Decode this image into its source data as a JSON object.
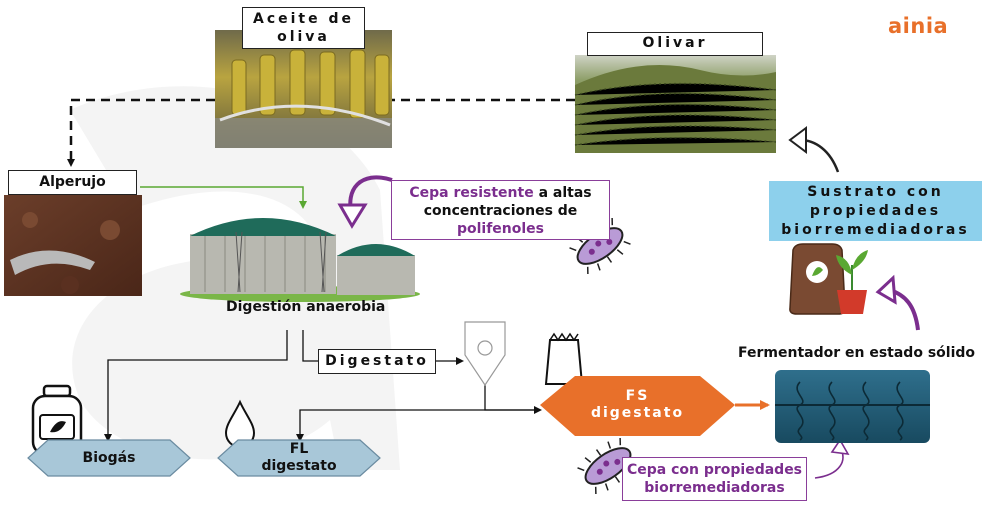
{
  "brand": "ainia",
  "labels": {
    "aceite": "Aceite de oliva",
    "olivar": "Olivar",
    "alperujo": "Alperujo",
    "digestion": "Digestión anaerobia",
    "digestato": "Digestato",
    "fermentador": "Fermentador en estado sólido",
    "sustrato": "Sustrato con propiedades biorremediadoras",
    "biogas": "Biogás",
    "fl_line1": "FL",
    "fl_line2": "digestato",
    "fs_line1": "FS",
    "fs_line2": "digestato"
  },
  "cepa_resistente": {
    "highlight": "Cepa resistente",
    "rest1": " a altas",
    "line2": "concentraciones de",
    "line3": "polifenoles"
  },
  "cepa_bio": {
    "line1": "Cepa con propiedades",
    "line2": "biorremediadoras"
  },
  "colors": {
    "brand_orange": "#e8702a",
    "purple": "#7b2e8e",
    "hex_blue": "#a8c7d8",
    "fs_orange": "#e8702a",
    "sustrato_blue": "#8dd0ec",
    "green_arrow": "#5aa832"
  }
}
